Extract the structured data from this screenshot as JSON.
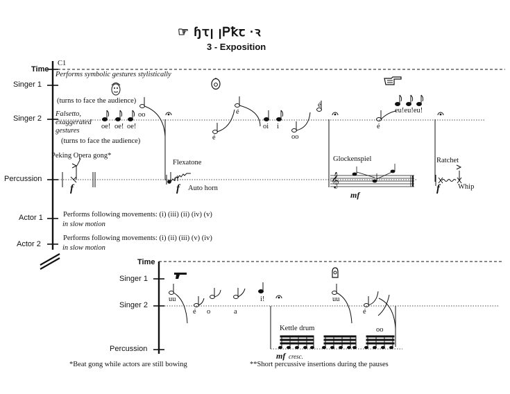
{
  "title_glyphs": "☞ ɧꚍꞁ ꞁᏢꝁꞇ ·ꝛ",
  "subtitle": "3 - Exposition",
  "colors": {
    "ink": "#111111"
  },
  "part1": {
    "time_label": "Time",
    "cue_label": "C1",
    "rows": [
      "Singer 1",
      "Singer 2",
      "Percussion",
      "Actor 1",
      "Actor 2"
    ],
    "singer1_instruction": "Performs symbolic gestures stylistically",
    "singer1_turn": "(turns to face the audience)",
    "singer2_style": [
      "Falsetto,",
      "exaggerated",
      "gestures"
    ],
    "singer2_turn": "(turns to face the audience)",
    "singer2_syllables_a": [
      "oe!",
      "oe!",
      "oe!",
      "oo"
    ],
    "singer2_syllables_b": [
      "é",
      "é",
      "oi",
      "i",
      "oo",
      "é",
      "é"
    ],
    "singer2_syllables_c": "eu!eu!eu!",
    "perc_gong": "Peking Opera gong*",
    "perc_flexatone": "Flexatone",
    "perc_autohorn": "Auto horn",
    "perc_glock": "Glockenspiel",
    "perc_ratchet": "Ratchet",
    "perc_whip": "Whip",
    "dyn_f": "f",
    "dyn_mf": "mf",
    "actor1_text": "Performs following movements:  (i)  (iii)  (ii)  (iv)  (v)",
    "actor2_text": "Performs following movements:  (i)  (ii)  (iii)  (v)  (iv)",
    "slow_motion": "in slow motion"
  },
  "part2": {
    "time_label": "Time",
    "rows": [
      "Singer 1",
      "Singer 2",
      "Percussion"
    ],
    "syllables": [
      "uu",
      "é",
      "o",
      "a",
      "i!",
      "uu",
      "é",
      "oo"
    ],
    "kettle": "Kettle drum",
    "mf_cresc_dyn": "mf",
    "mf_cresc_word": "cresc."
  },
  "footnotes": {
    "note1": "*Beat gong while actors are still bowing",
    "note2": "**Short percussive insertions during the pauses"
  },
  "icons": [
    "pointing-hand-icon",
    "mask-face-icon",
    "circle-eye-icon",
    "pointing-hand-icon",
    "pistol-icon",
    "raised-hand-icon"
  ]
}
